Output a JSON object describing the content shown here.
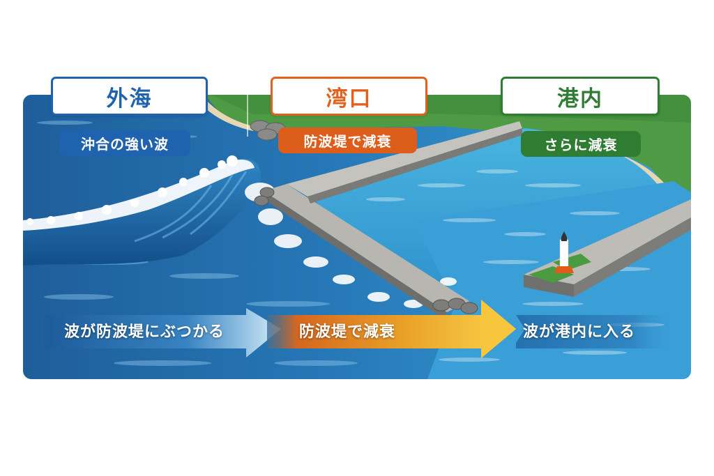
{
  "zones": [
    {
      "id": "outer-sea",
      "title": "外海",
      "subtitle": "沖合の強い波",
      "color": "#1f62ad"
    },
    {
      "id": "bay-mouth",
      "title": "湾口",
      "subtitle": "防波堤で減衰",
      "color": "#e0621e"
    },
    {
      "id": "harbor",
      "title": "港内",
      "subtitle": "さらに減衰",
      "color": "#2e7d32"
    }
  ],
  "flow": {
    "steps": [
      {
        "label": "波が防波堤にぶつかる"
      },
      {
        "label": "防波堤で減衰"
      },
      {
        "label": "波が港内に入る"
      }
    ]
  },
  "colors": {
    "deep_sea": "#1d5e9c",
    "harbor_water": "#3ba3d6",
    "breakwater": "#a9a9a4",
    "vegetation": "#4f9a45",
    "sand": "#e6d6b4",
    "lighthouse_base": "#e05a1c"
  }
}
